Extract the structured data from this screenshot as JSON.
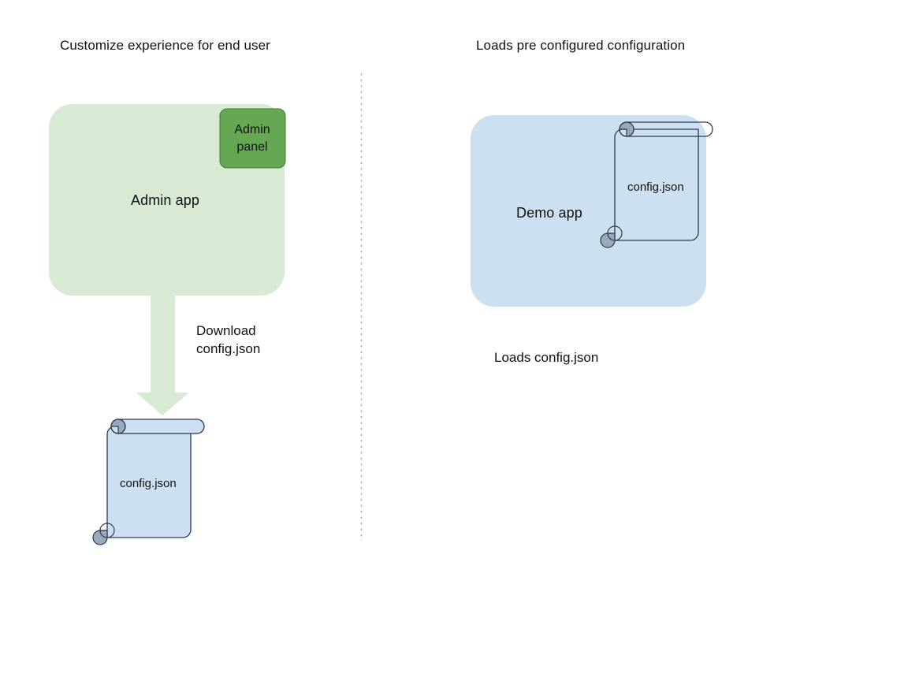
{
  "diagram": {
    "type": "flow-diagram",
    "title_left": "Customize experience for end user",
    "title_right": "Loads pre configured configuration",
    "divider": "vertical-dotted-separator"
  },
  "colors": {
    "app_green_fill": "#d8ead3",
    "app_green_stroke": "#d8ead3",
    "admin_panel_fill": "#66a754",
    "admin_panel_stroke": "#3f7a2e",
    "app_blue_fill": "#cde0f2",
    "scroll_fill": "#cde0f2",
    "scroll_stroke": "#2b3b52",
    "scroll_curl_fill": "#9aa9b8",
    "arrow_fill": "#d8ead3",
    "divider_color": "#9b9b9b",
    "text": "#111111"
  },
  "left_column": {
    "heading": "Customize experience for end user",
    "app_box": {
      "label": "Admin app",
      "panel": {
        "label": "Admin\npanel",
        "name": "admin-panel"
      }
    },
    "arrow": {
      "direction": "down",
      "label": "Download\nconfig.json"
    },
    "document": {
      "label": "config.json",
      "shape": "scroll"
    }
  },
  "right_column": {
    "heading": "Loads pre configured configuration",
    "app_box": {
      "label": "Demo app"
    },
    "document": {
      "label": "config.json",
      "shape": "scroll"
    },
    "caption": "Loads config.json"
  }
}
